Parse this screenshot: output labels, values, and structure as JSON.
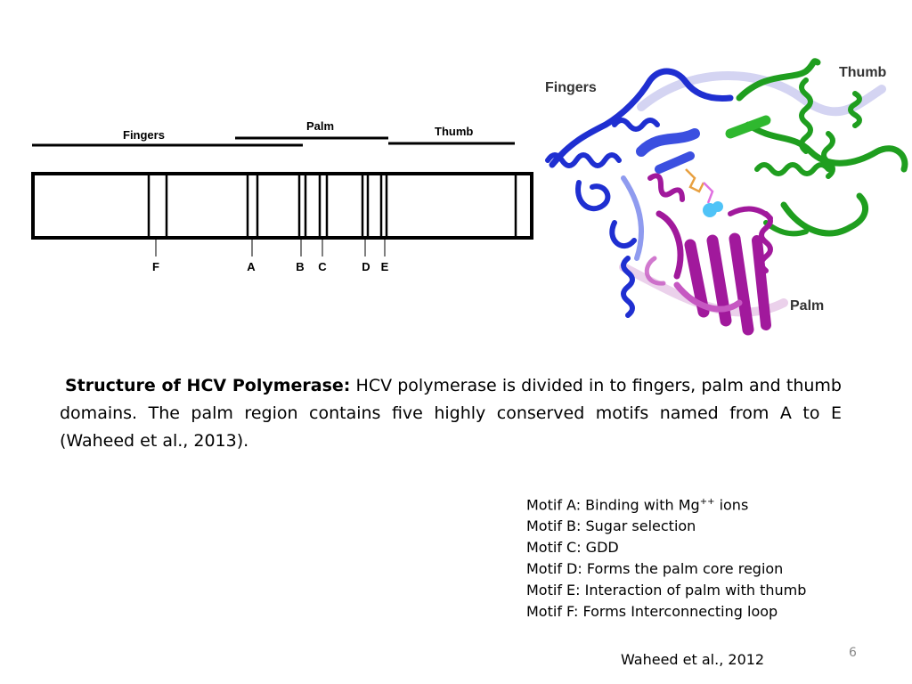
{
  "domains": {
    "fingers": "Fingers",
    "palm": "Palm",
    "thumb": "Thumb"
  },
  "motif_letters": [
    "F",
    "A",
    "B",
    "C",
    "D",
    "E"
  ],
  "caption": {
    "lead": "Structure of HCV Polymerase:",
    "body": "HCV polymerase is divided in to fingers, palm and thumb domains. The palm region contains five highly conserved motifs named from A to E (Waheed et al., 2013)."
  },
  "motifs": [
    {
      "prefix": "Motif A: Binding with Mg",
      "superscript": "++",
      "suffix": " ions"
    },
    {
      "prefix": "Motif B: Sugar selection",
      "superscript": "",
      "suffix": ""
    },
    {
      "prefix": "Motif C: GDD",
      "superscript": "",
      "suffix": ""
    },
    {
      "prefix": "Motif D: Forms the palm core region",
      "superscript": "",
      "suffix": ""
    },
    {
      "prefix": "Motif E: Interaction of palm with thumb",
      "superscript": "",
      "suffix": ""
    },
    {
      "prefix": "Motif F: Forms Interconnecting loop",
      "superscript": "",
      "suffix": ""
    }
  ],
  "citation": "Waheed et al., 2012",
  "slide_number": "6",
  "colors": {
    "fingers": "#1f2fd1",
    "palm": "#a1199c",
    "thumb": "#1f9e1f",
    "ion": "#4fc3f7"
  }
}
